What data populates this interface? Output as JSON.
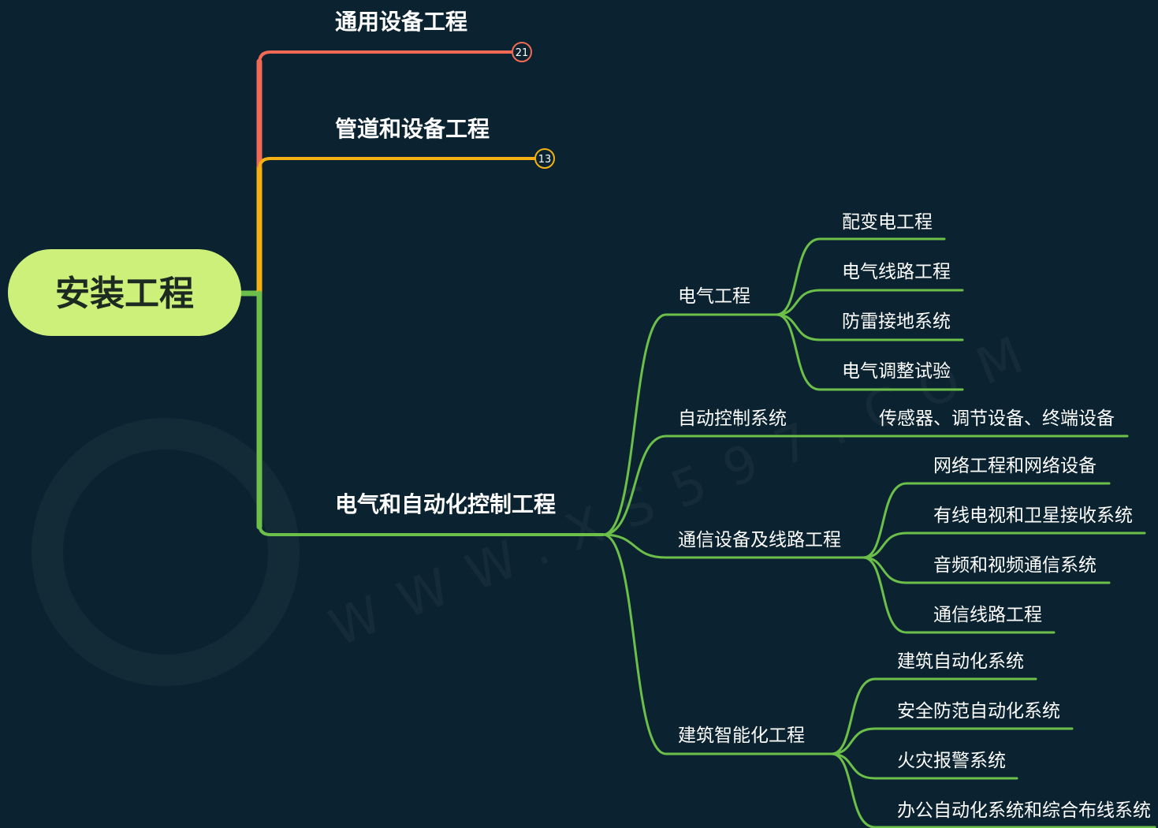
{
  "colors": {
    "background": "#0b2330",
    "root_fill": "#cdf07a",
    "branch_red": "#f26a55",
    "branch_orange": "#f5b114",
    "branch_green": "#6cc04a"
  },
  "root": {
    "label": "安装工程"
  },
  "branches": [
    {
      "label": "通用设备工程",
      "collapsed_count": "21",
      "color": "#f26a55"
    },
    {
      "label": "管道和设备工程",
      "collapsed_count": "13",
      "color": "#f5b114"
    },
    {
      "label": "电气和自动化控制工程",
      "color": "#6cc04a",
      "children": [
        {
          "label": "电气工程",
          "children": [
            "配变电工程",
            "电气线路工程",
            "防雷接地系统",
            "电气调整试验"
          ]
        },
        {
          "label": "自动控制系统",
          "children": [
            "传感器、调节设备、终端设备"
          ]
        },
        {
          "label": "通信设备及线路工程",
          "children": [
            "网络工程和网络设备",
            "有线电视和卫星接收系统",
            "音频和视频通信系统",
            "通信线路工程"
          ]
        },
        {
          "label": "建筑智能化工程",
          "children": [
            "建筑自动化系统",
            "安全防范自动化系统",
            "火灾报警系统",
            "办公自动化系统和综合布线系统"
          ]
        }
      ]
    }
  ],
  "watermark": {
    "text": "WWW.XS597.COM"
  }
}
